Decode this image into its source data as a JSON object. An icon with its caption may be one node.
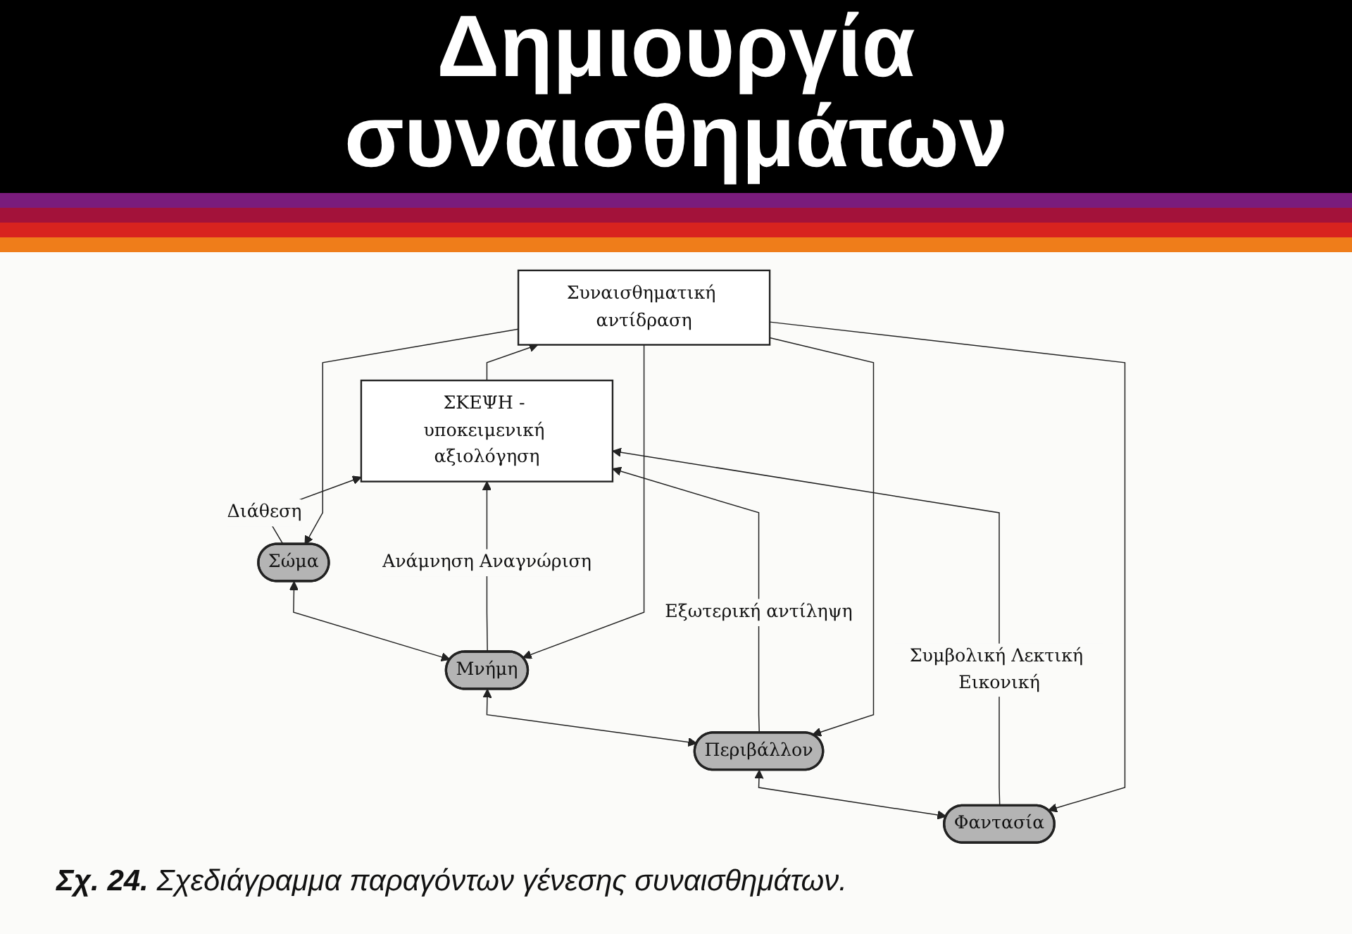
{
  "diagram": {
    "title": "Δημιουργία συναισθημάτων",
    "caption": "**Σχ. 24.** Σχεδιάγραμμα παραγόντων γένεσης συναισθημάτων.",
    "nodes": [
      {
        "text": [
          "Συναισθηματική αντίδραση"
        ]
      },
      {
        "text": [
          "ΣΚΕΨΗ - υποκειμενική αξιολόγηση"
        ]
      },
      {
        "text": [
          "Σώμα"
        ]
      },
      {
        "text": [
          "Μνήμη"
        ]
      },
      {
        "text": [
          "Περιβάλλον"
        ]
      },
      {
        "text": [
          "Φαντασία"
        ]
      }
    ],
    "edges": [
      {
        "from": 5,
        "to": 4,
        "arrow": "both"
      },
      {
        "from": 4,
        "to": 3,
        "arrow": "both"
      },
      {
        "from": 3,
        "to": 2,
        "arrow": "both"
      },
      {
        "from": 2,
        "to": 1,
        "arrow": "to",
        "label": "Διάθεση"
      },
      {
        "from": 3,
        "to": 1,
        "arrow": "to",
        "label": "Ανάμνηση Αναγνώριση"
      },
      {
        "from": 4,
        "to": 1,
        "arrow": "to",
        "label": "Εξωτερική αντίληψη"
      },
      {
        "from": 5,
        "to": 1,
        "arrow": "to",
        "label": "Συμβολική Λεκτική Εικονική"
      },
      {
        "from": 1,
        "to": 0,
        "arrow": "to"
      },
      {
        "from": 0,
        "to": 2,
        "arrow": "to"
      },
      {
        "from": 0,
        "to": 3,
        "arrow": "to"
      },
      {
        "from": 0,
        "to": 4,
        "arrow": "to"
      },
      {
        "from": 0,
        "to": 5,
        "arrow": "to"
      }
    ]
  }
}
